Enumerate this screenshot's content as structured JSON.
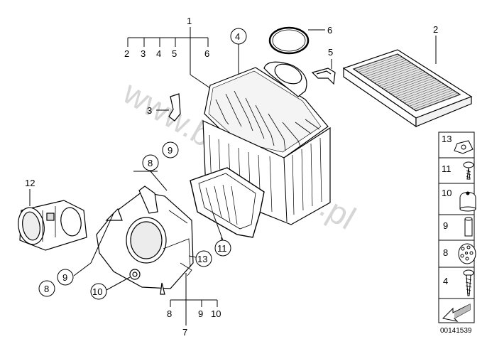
{
  "watermark": "www.bmwfolder.pl",
  "diagram_id": "00141539",
  "callouts": {
    "c1": "1",
    "c2": "2",
    "c4": "4",
    "c6": "6",
    "c5": "5",
    "c3": "3",
    "c12": "12",
    "c8": "8",
    "c9": "9",
    "c10": "10",
    "c11": "11",
    "c13": "13",
    "c7": "7"
  },
  "group_1": [
    "2",
    "3",
    "4",
    "5",
    "6"
  ],
  "group_7": [
    "8",
    "9",
    "10"
  ],
  "group_8_9": [
    "8",
    "9"
  ],
  "legend": [
    {
      "label": "13",
      "icon": "clip-nut-icon"
    },
    {
      "label": "11",
      "icon": "screw-icon"
    },
    {
      "label": "10",
      "icon": "rubber-mount-icon"
    },
    {
      "label": "9",
      "icon": "sleeve-icon"
    },
    {
      "label": "8",
      "icon": "grommet-icon"
    },
    {
      "label": "4",
      "icon": "self-tapping-screw-icon"
    }
  ]
}
